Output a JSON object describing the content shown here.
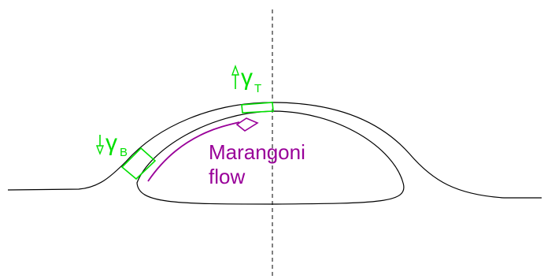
{
  "labels": {
    "gamma_top": "γ",
    "gamma_top_sub": "T",
    "gamma_bottom": "γ",
    "gamma_bottom_sub": "B",
    "flow_line1": "Marangoni",
    "flow_line2": "flow"
  },
  "colors": {
    "outline": "#000000",
    "interface_markers": "#00e000",
    "flow": "#990099",
    "background": "#ffffff"
  }
}
